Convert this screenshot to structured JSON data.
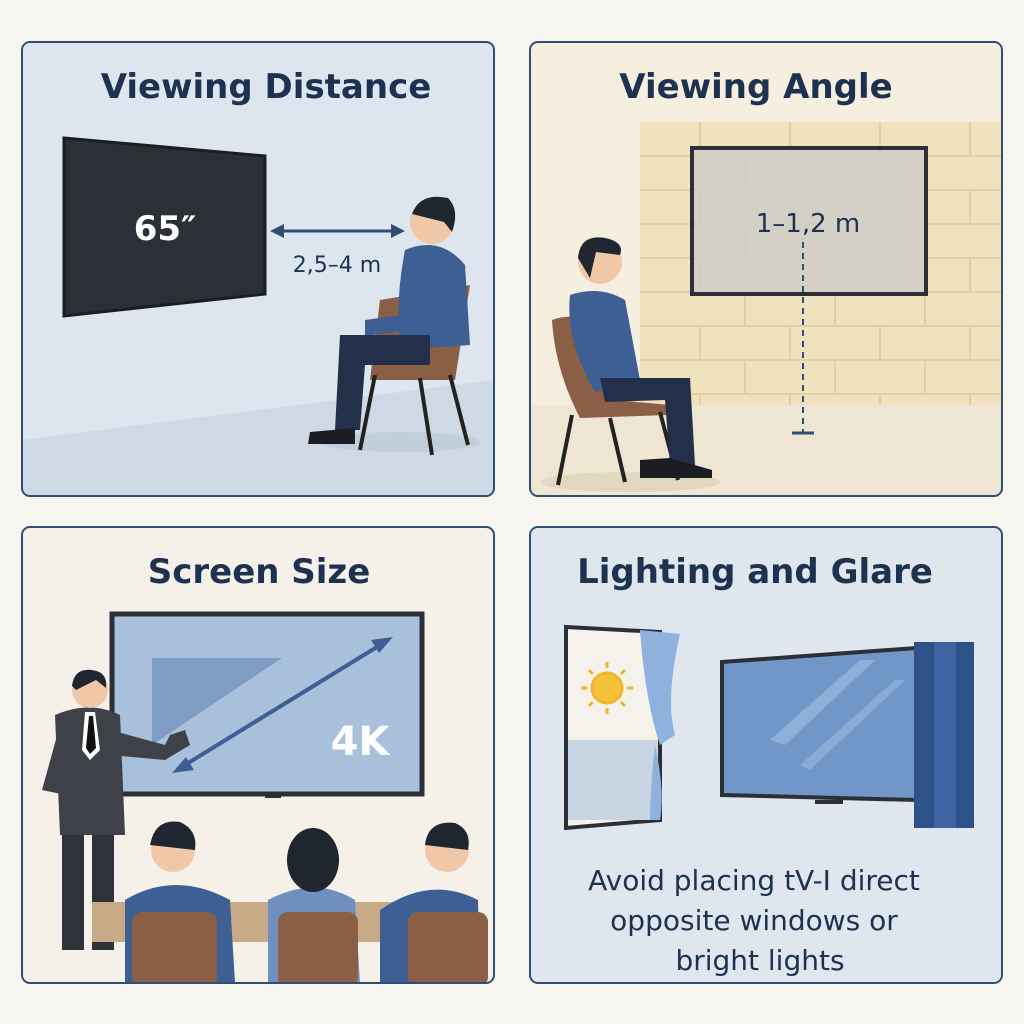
{
  "panels": {
    "viewing_distance": {
      "title": "Viewing Distance",
      "tv_size": "65″",
      "distance": "2,5–4 m"
    },
    "viewing_angle": {
      "title": "Viewing Angle",
      "height": "1–1,2 m"
    },
    "screen_size": {
      "title": "Screen Size",
      "resolution": "4K"
    },
    "lighting": {
      "title": "Lighting and Glare",
      "note_lines": [
        "Avoid placing tV-I direct",
        "opposite windows or",
        "bright lights"
      ]
    }
  },
  "colors": {
    "border": "#2f4e75",
    "navy": "#1d3150",
    "shirt": "#3d5f94",
    "chair": "#8a5f45"
  }
}
